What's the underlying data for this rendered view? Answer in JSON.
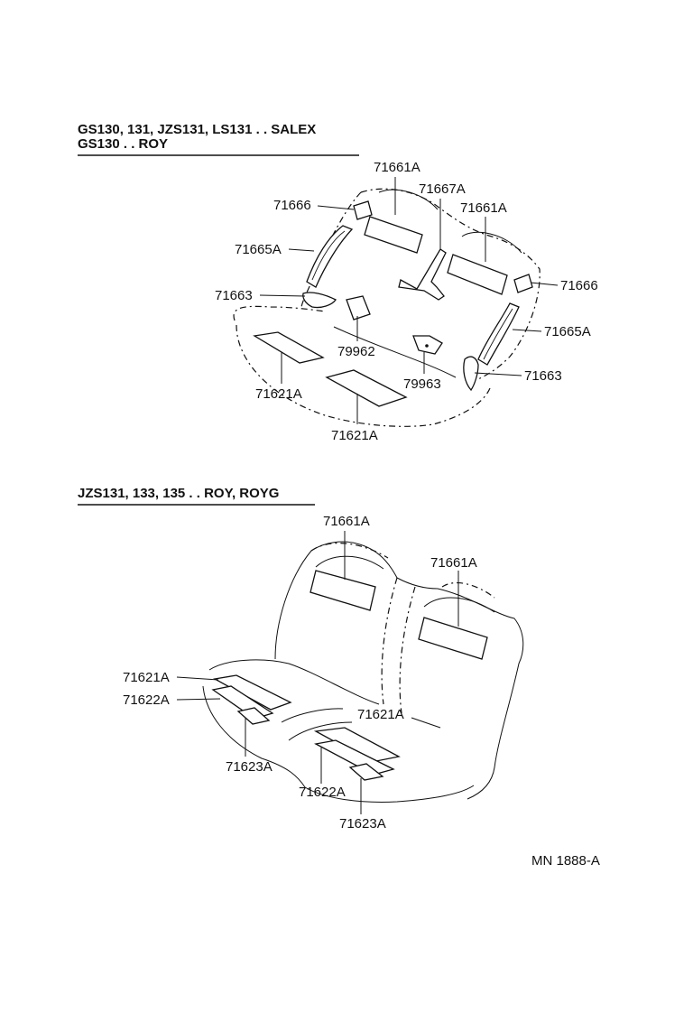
{
  "top_section": {
    "header_line1": "GS130, 131, JZS131, LS131 . . SALEX",
    "header_line2": "GS130 . . ROY",
    "labels": {
      "headrest_pad_left": "71661A",
      "center_bracket": "71667A",
      "headrest_pad_right": "71661A",
      "clip_left": "71666",
      "clip_right": "71666",
      "side_pad_left": "71665A",
      "side_pad_right": "71665A",
      "corner_left": "71663",
      "corner_right": "71663",
      "bracket_a": "79962",
      "bracket_b": "79963",
      "cushion_pad_left": "71621A",
      "cushion_pad_right": "71621A"
    }
  },
  "bottom_section": {
    "header": "JZS131, 133, 135 . . ROY, ROYG",
    "labels": {
      "headrest_pad_left": "71661A",
      "headrest_pad_right": "71661A",
      "cushion_pad_left": "71621A",
      "sub_pad_left": "71622A",
      "small_pad_left": "71623A",
      "cushion_pad_right": "71621A",
      "sub_pad_right": "71622A",
      "small_pad_right": "71623A"
    }
  },
  "diagram_code": "MN 1888-A"
}
